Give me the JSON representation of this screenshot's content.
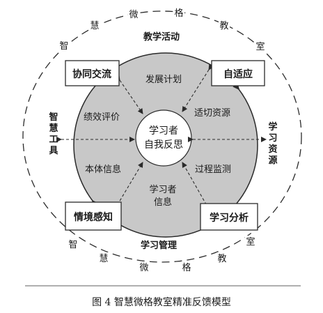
{
  "outer_ring": {
    "top": [
      "智",
      "慧",
      "微",
      "格",
      "教",
      "室"
    ],
    "bottom": [
      "智",
      "慧",
      "微",
      "格",
      "教",
      "室"
    ]
  },
  "sides": {
    "top": "教学活动",
    "bottom": "学习管理",
    "left": [
      "智",
      "慧",
      "工",
      "具"
    ],
    "right": [
      "学",
      "习",
      "资",
      "源"
    ]
  },
  "corner_boxes": {
    "top_left": "协同交流",
    "top_right": "自适应",
    "bottom_left": "情境感知",
    "bottom_right": "学习分析"
  },
  "inner_labels": {
    "fazhan": "发展计划",
    "jixiao": "绩效评价",
    "shiqie": "适切资源",
    "benti": "本体信息",
    "guocheng": "过程监测",
    "xinxi": [
      "学习者",
      "信息"
    ]
  },
  "center": [
    "学习者",
    "自我反思"
  ],
  "caption": "图 4    智慧微格教室精准反馈模型",
  "colors": {
    "gray_disk": "#c8c8c8",
    "stroke": "#2a2a2a"
  }
}
